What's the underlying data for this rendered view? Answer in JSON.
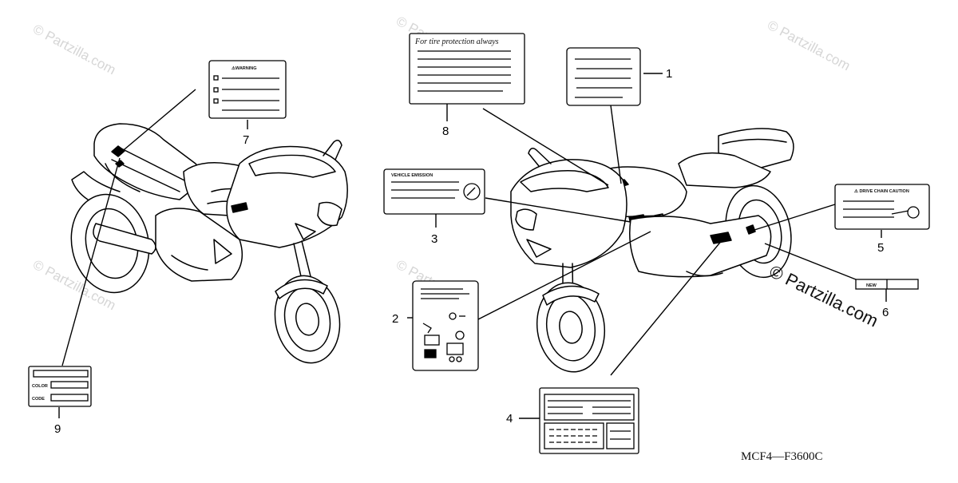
{
  "diagram": {
    "callouts": [
      "1",
      "2",
      "3",
      "4",
      "5",
      "6",
      "7",
      "8",
      "9"
    ],
    "drawing_code": "MCF4—F3600C",
    "watermarks": {
      "light": "© Partzilla.com",
      "dark": "© Partzilla.com"
    },
    "labels": {
      "warning": "⚠WARNING",
      "tire_protection": "For tire protection always",
      "vehicle_emission": "VEHICLE EMISSION",
      "drive_chain": "⚠ DRIVE CHAIN CAUTION",
      "new": "NEW",
      "color": "COLOR",
      "code": "CODE"
    },
    "colors": {
      "line": "#000000",
      "watermark": "#d6d6d6",
      "background": "#ffffff"
    }
  }
}
